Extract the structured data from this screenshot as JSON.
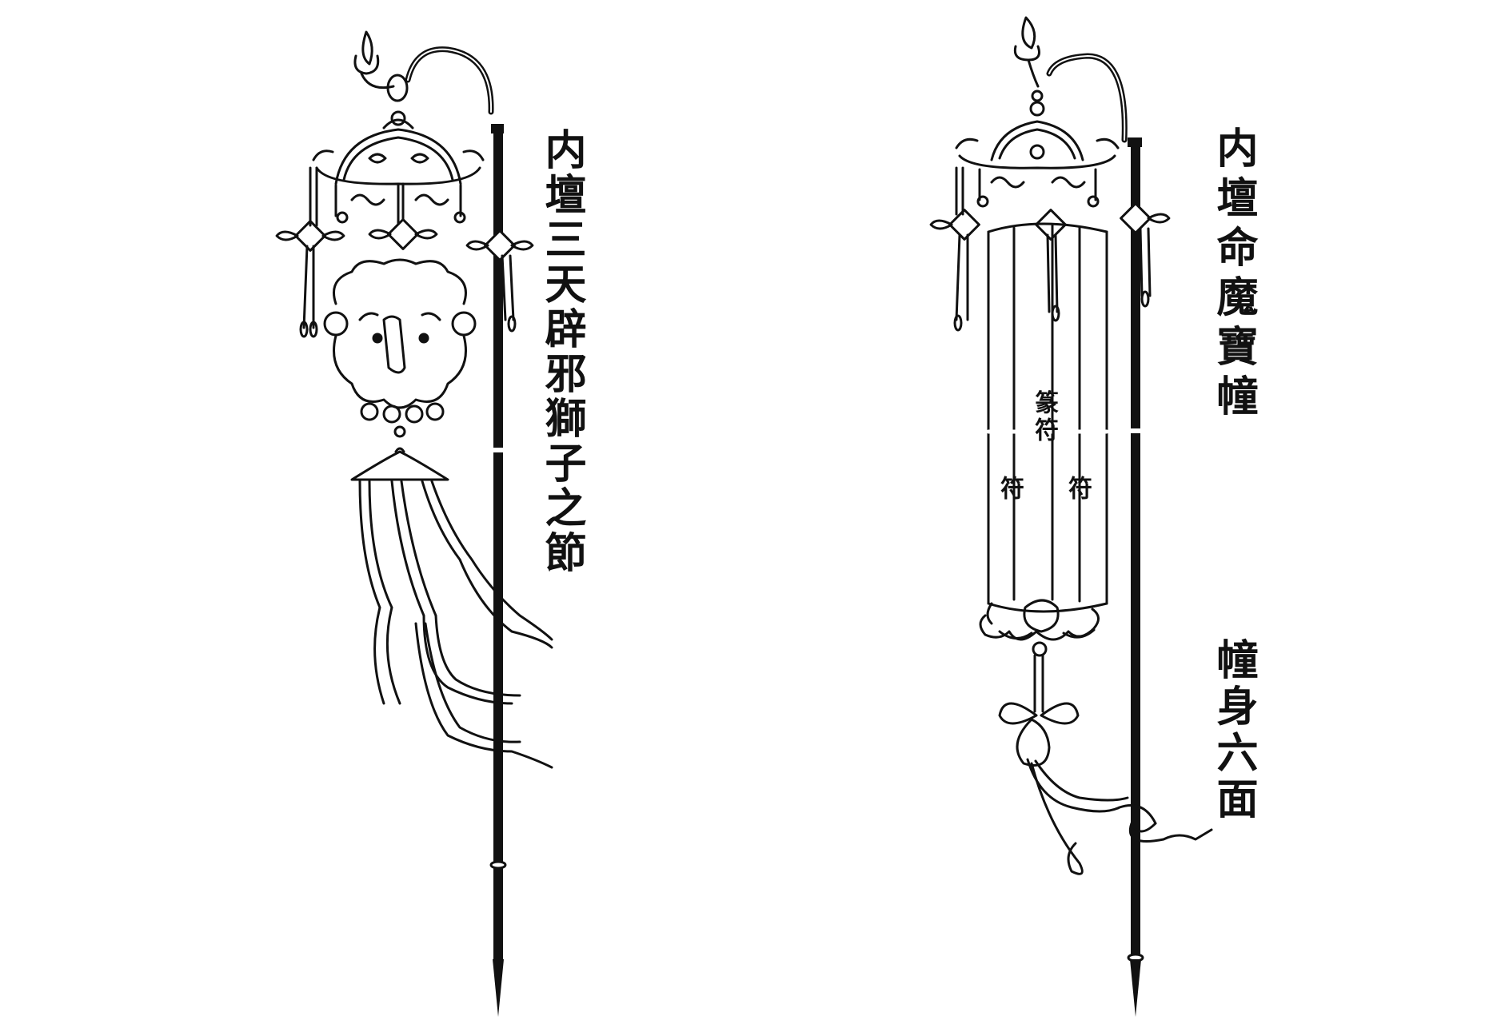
{
  "page": {
    "background": "#ffffff",
    "ink_color": "#111111"
  },
  "left_figure": {
    "caption": "内壇三天辟邪獅子之節",
    "parts": [
      "finial",
      "hook-pole",
      "canopy",
      "tassel-knots",
      "lion-mask",
      "small-canopy",
      "streamers",
      "pole"
    ]
  },
  "right_figure": {
    "caption": "内壇命魔寶幢",
    "note": "幢身六面",
    "banner_text": {
      "center": "篆符",
      "left": "符",
      "right": "符"
    },
    "parts": [
      "finial",
      "hook-pole",
      "canopy",
      "tassel-knots",
      "hexagonal-banner-body",
      "lotus-base",
      "ribbon-bow",
      "pole"
    ]
  }
}
